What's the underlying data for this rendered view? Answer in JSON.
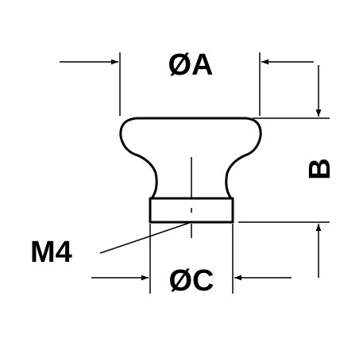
{
  "labels": {
    "dim_a": "ØA",
    "dim_b": "B",
    "dim_c": "ØC",
    "thread": "M4"
  },
  "colors": {
    "line": "#000000",
    "background": "#ffffff"
  }
}
